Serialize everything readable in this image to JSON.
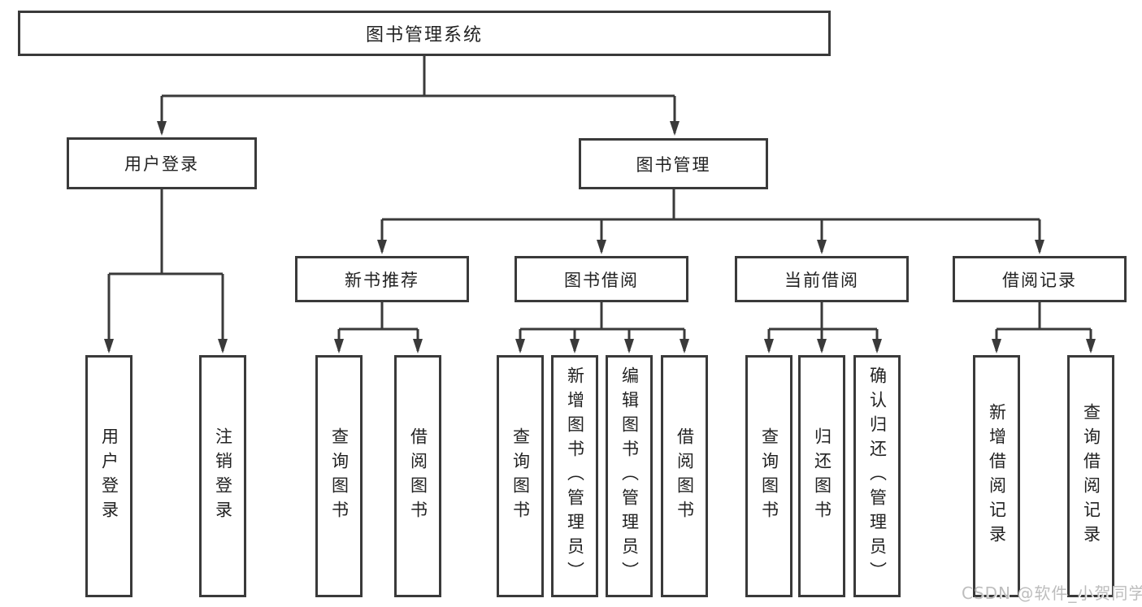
{
  "diagram": {
    "root": {
      "label": "图书管理系统"
    },
    "branches": [
      {
        "label": "用户登录",
        "children": [
          {
            "label": "用户登录"
          },
          {
            "label": "注销登录"
          }
        ]
      },
      {
        "label": "图书管理",
        "children": [
          {
            "label": "新书推荐",
            "children": [
              {
                "label": "查询图书"
              },
              {
                "label": "借阅图书"
              }
            ]
          },
          {
            "label": "图书借阅",
            "children": [
              {
                "label": "查询图书"
              },
              {
                "label": "新增图书（管理员）"
              },
              {
                "label": "编辑图书（管理员）"
              },
              {
                "label": "借阅图书"
              }
            ]
          },
          {
            "label": "当前借阅",
            "children": [
              {
                "label": "查询图书"
              },
              {
                "label": "归还图书"
              },
              {
                "label": "确认归还（管理员）"
              }
            ]
          },
          {
            "label": "借阅记录",
            "children": [
              {
                "label": "新增借阅记录"
              },
              {
                "label": "查询借阅记录"
              }
            ]
          }
        ]
      }
    ],
    "watermark": "CSDN @软件_小贺同学",
    "colors": {
      "line": "#3a3a3a",
      "border": "#3a3a3a",
      "text": "#222222",
      "watermark": "#bdbdbd",
      "background": "#ffffff"
    }
  }
}
